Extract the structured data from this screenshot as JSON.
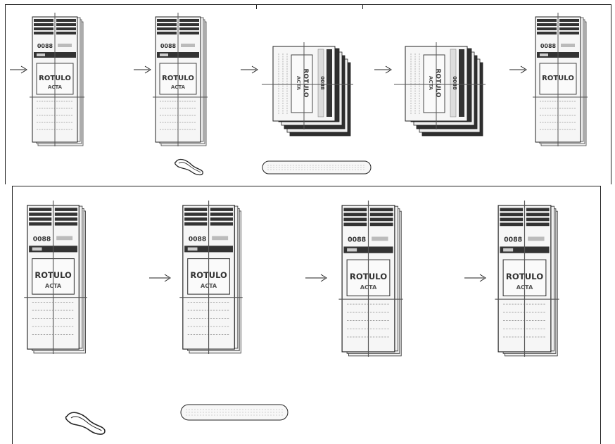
{
  "panels": {
    "top": {
      "steps": [
        {
          "main_label": "ROTULO",
          "sub_label": "ACTA",
          "header_code": "0088"
        },
        {
          "main_label": "ROTULO",
          "sub_label": "ACTA",
          "header_code": "0088"
        },
        {
          "main_label": "ROTULO",
          "sub_label": "ACTA",
          "header_code": "0088"
        },
        {
          "main_label": "ROTULO",
          "sub_label": "ACTA",
          "header_code": "0088"
        },
        {
          "main_label": "ROTULO",
          "sub_label": "",
          "header_code": "0088"
        }
      ],
      "accessories": [
        "rubber-band",
        "paper-strip"
      ]
    },
    "bottom": {
      "steps": [
        {
          "main_label": "ROTULO",
          "sub_label": "ACTA",
          "header_code": "0088"
        },
        {
          "main_label": "ROTULO",
          "sub_label": "ACTA",
          "header_code": "0088"
        },
        {
          "main_label": "ROTULO",
          "sub_label": "ACTA",
          "header_code": "0088"
        },
        {
          "main_label": "ROTULO",
          "sub_label": "ACTA",
          "header_code": "0088"
        }
      ],
      "accessories": [
        "rubber-band",
        "paper-strip"
      ]
    }
  },
  "colors": {
    "stroke": "#222222",
    "header_band": "#333333",
    "paper": "#f4f4f4"
  }
}
